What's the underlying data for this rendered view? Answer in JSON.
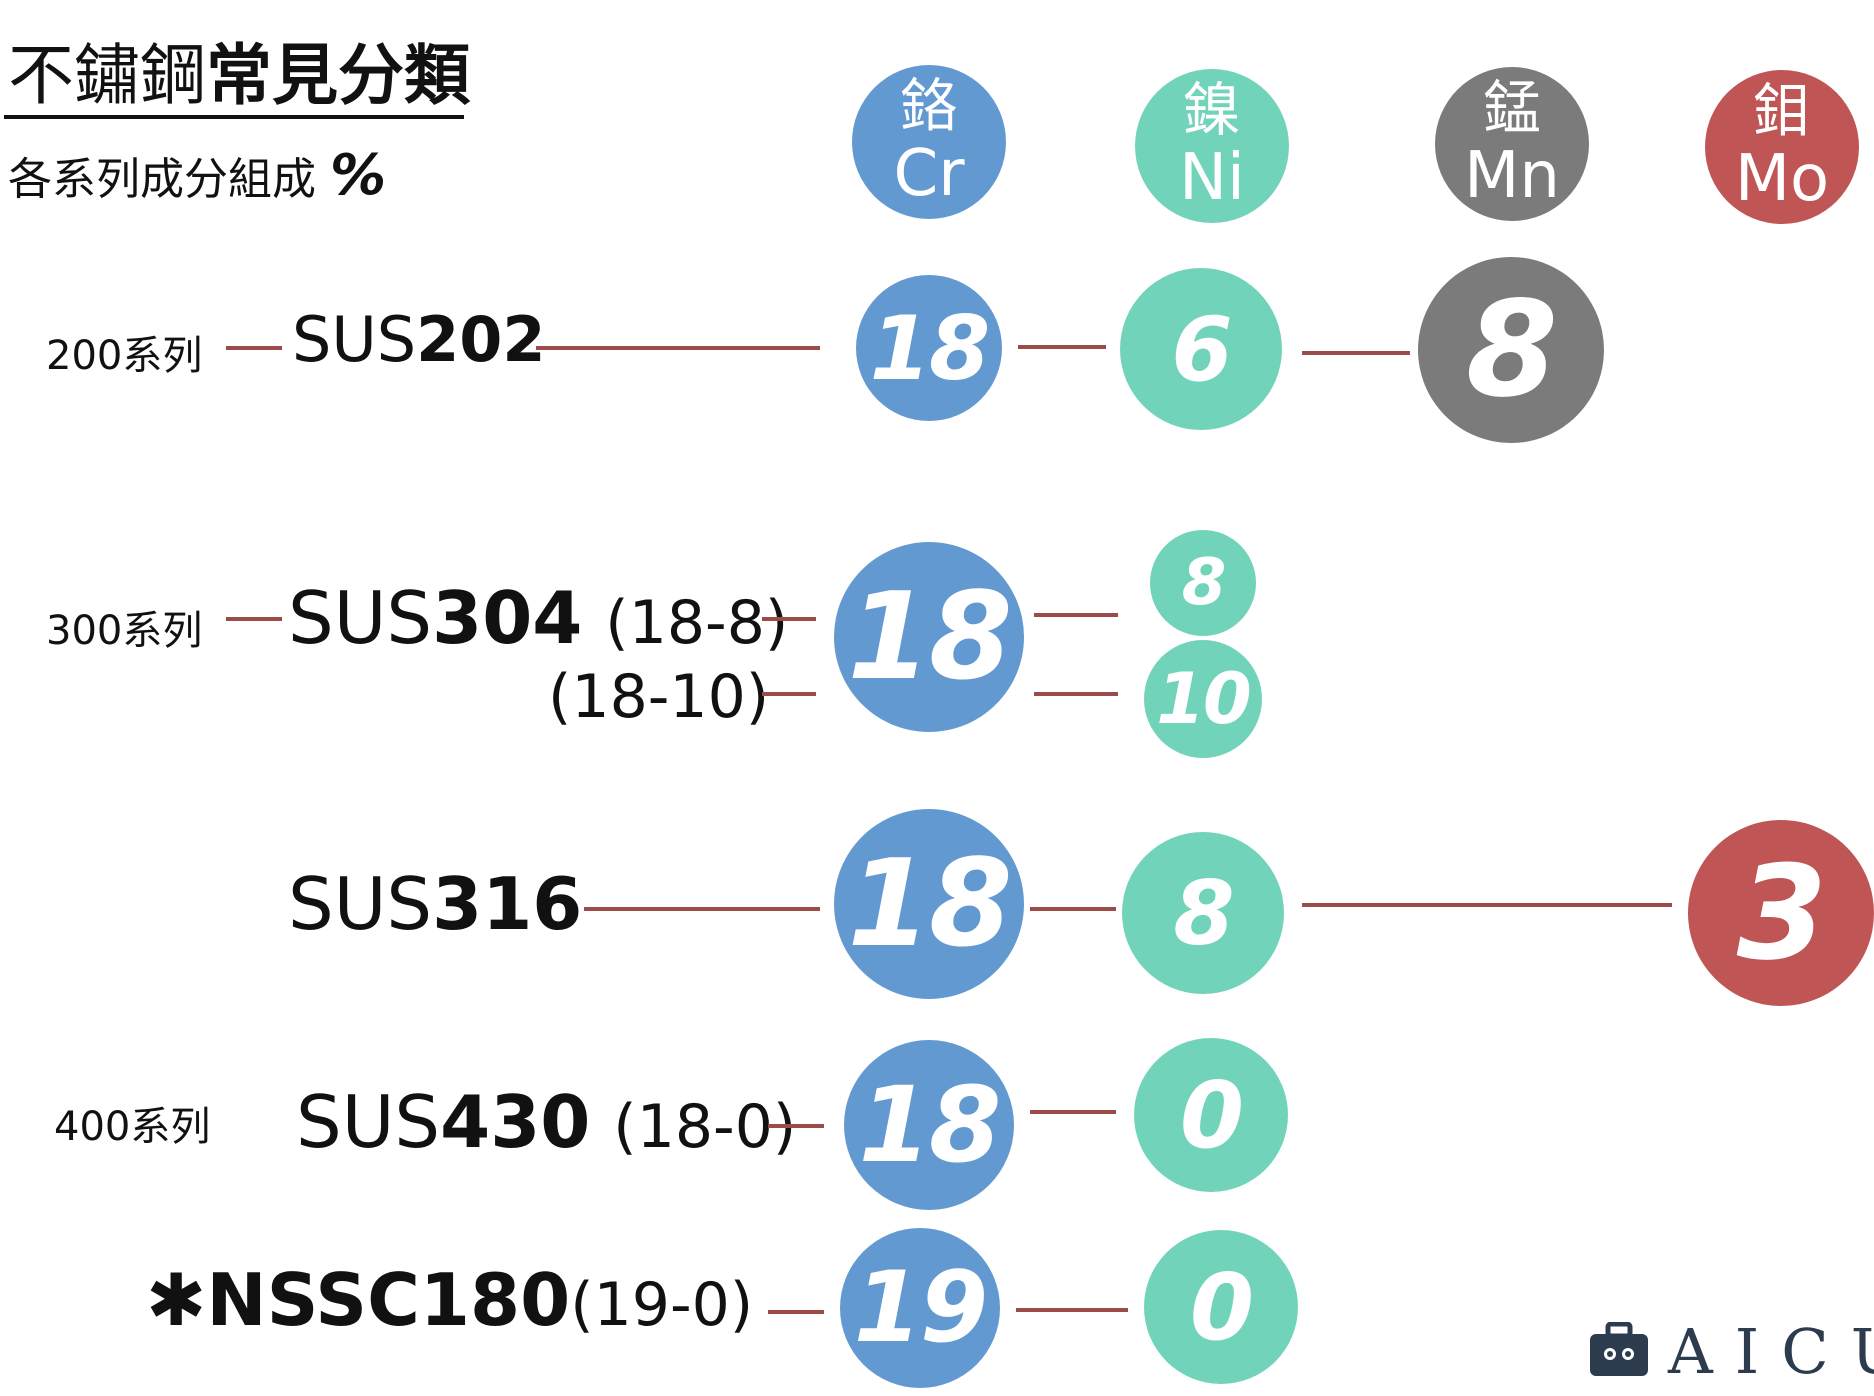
{
  "title": {
    "thin": "不鏽鋼",
    "bold": "常見分類"
  },
  "subtitle": {
    "text": "各系列成分組成",
    "unit": "%"
  },
  "colors": {
    "cr": "#6399d1",
    "ni": "#72d3bb",
    "mn": "#7b7b7b",
    "mo": "#c05555",
    "line": "#9b4b49",
    "logo": "#2d3b4f"
  },
  "elements": [
    {
      "id": "cr",
      "cjk": "鉻",
      "symbol": "Cr"
    },
    {
      "id": "ni",
      "cjk": "鎳",
      "symbol": "Ni"
    },
    {
      "id": "mn",
      "cjk": "錳",
      "symbol": "Mn"
    },
    {
      "id": "mo",
      "cjk": "鉬",
      "symbol": "Mo"
    }
  ],
  "rows": {
    "s202": {
      "series": "200系列",
      "prefix": "SUS",
      "number": "202",
      "cr": "18",
      "ni": "6",
      "mn": "8"
    },
    "s304": {
      "series": "300系列",
      "prefix": "SUS",
      "number": "304",
      "paren_a": "(18-8)",
      "paren_b": "(18-10)",
      "cr": "18",
      "ni_a": "8",
      "ni_b": "10"
    },
    "s316": {
      "prefix": "SUS",
      "number": "316",
      "cr": "18",
      "ni": "8",
      "mo": "3"
    },
    "s430": {
      "series": "400系列",
      "prefix": "SUS",
      "number": "430",
      "paren": "(18-0)",
      "cr": "18",
      "ni": "0"
    },
    "nssc": {
      "mark": "✱",
      "name": "NSSC180",
      "paren": "(19-0)",
      "cr": "19",
      "ni": "0"
    }
  },
  "logo": {
    "icon": "briefcase-face-icon",
    "text": "AICU"
  }
}
